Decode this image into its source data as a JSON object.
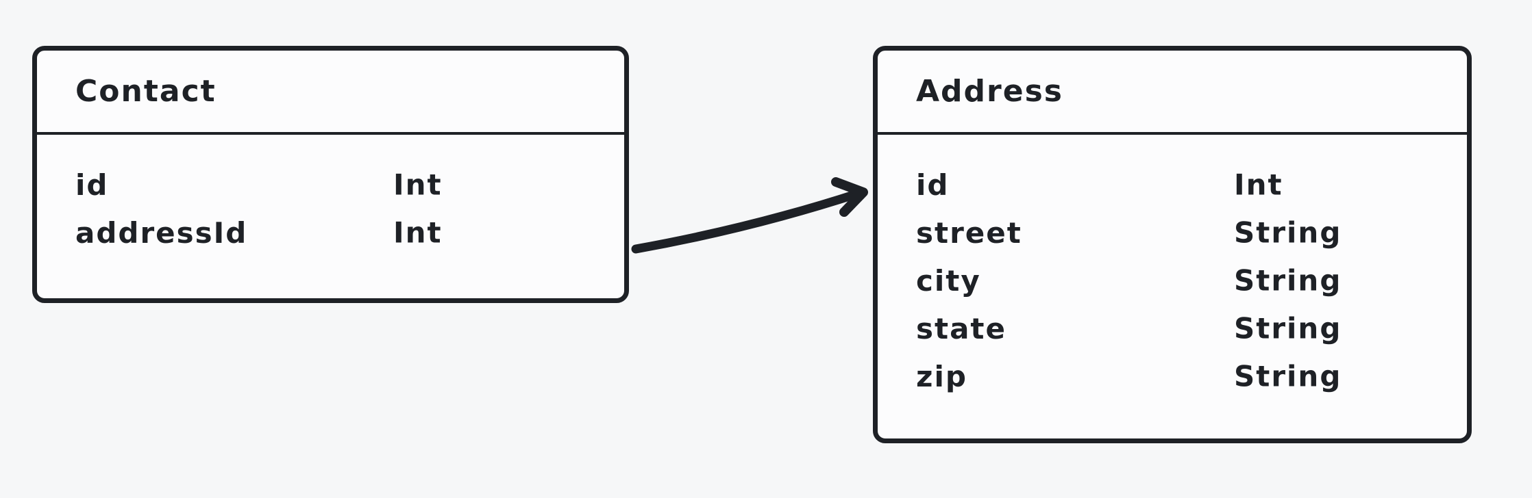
{
  "canvas": {
    "background_color": "#f6f7f8",
    "ink_color": "#1e2126",
    "entity_fill_color": "#fcfcfd"
  },
  "entities": [
    {
      "title": "Contact",
      "fields": [
        {
          "name": "id",
          "type": "Int"
        },
        {
          "name": "addressId",
          "type": "Int"
        }
      ]
    },
    {
      "title": "Address",
      "fields": [
        {
          "name": "id",
          "type": "Int"
        },
        {
          "name": "street",
          "type": "String"
        },
        {
          "name": "city",
          "type": "String"
        },
        {
          "name": "state",
          "type": "String"
        },
        {
          "name": "zip",
          "type": "String"
        }
      ]
    }
  ],
  "relations": [
    {
      "from": "Contact",
      "to": "Address",
      "style": "arrow"
    }
  ]
}
